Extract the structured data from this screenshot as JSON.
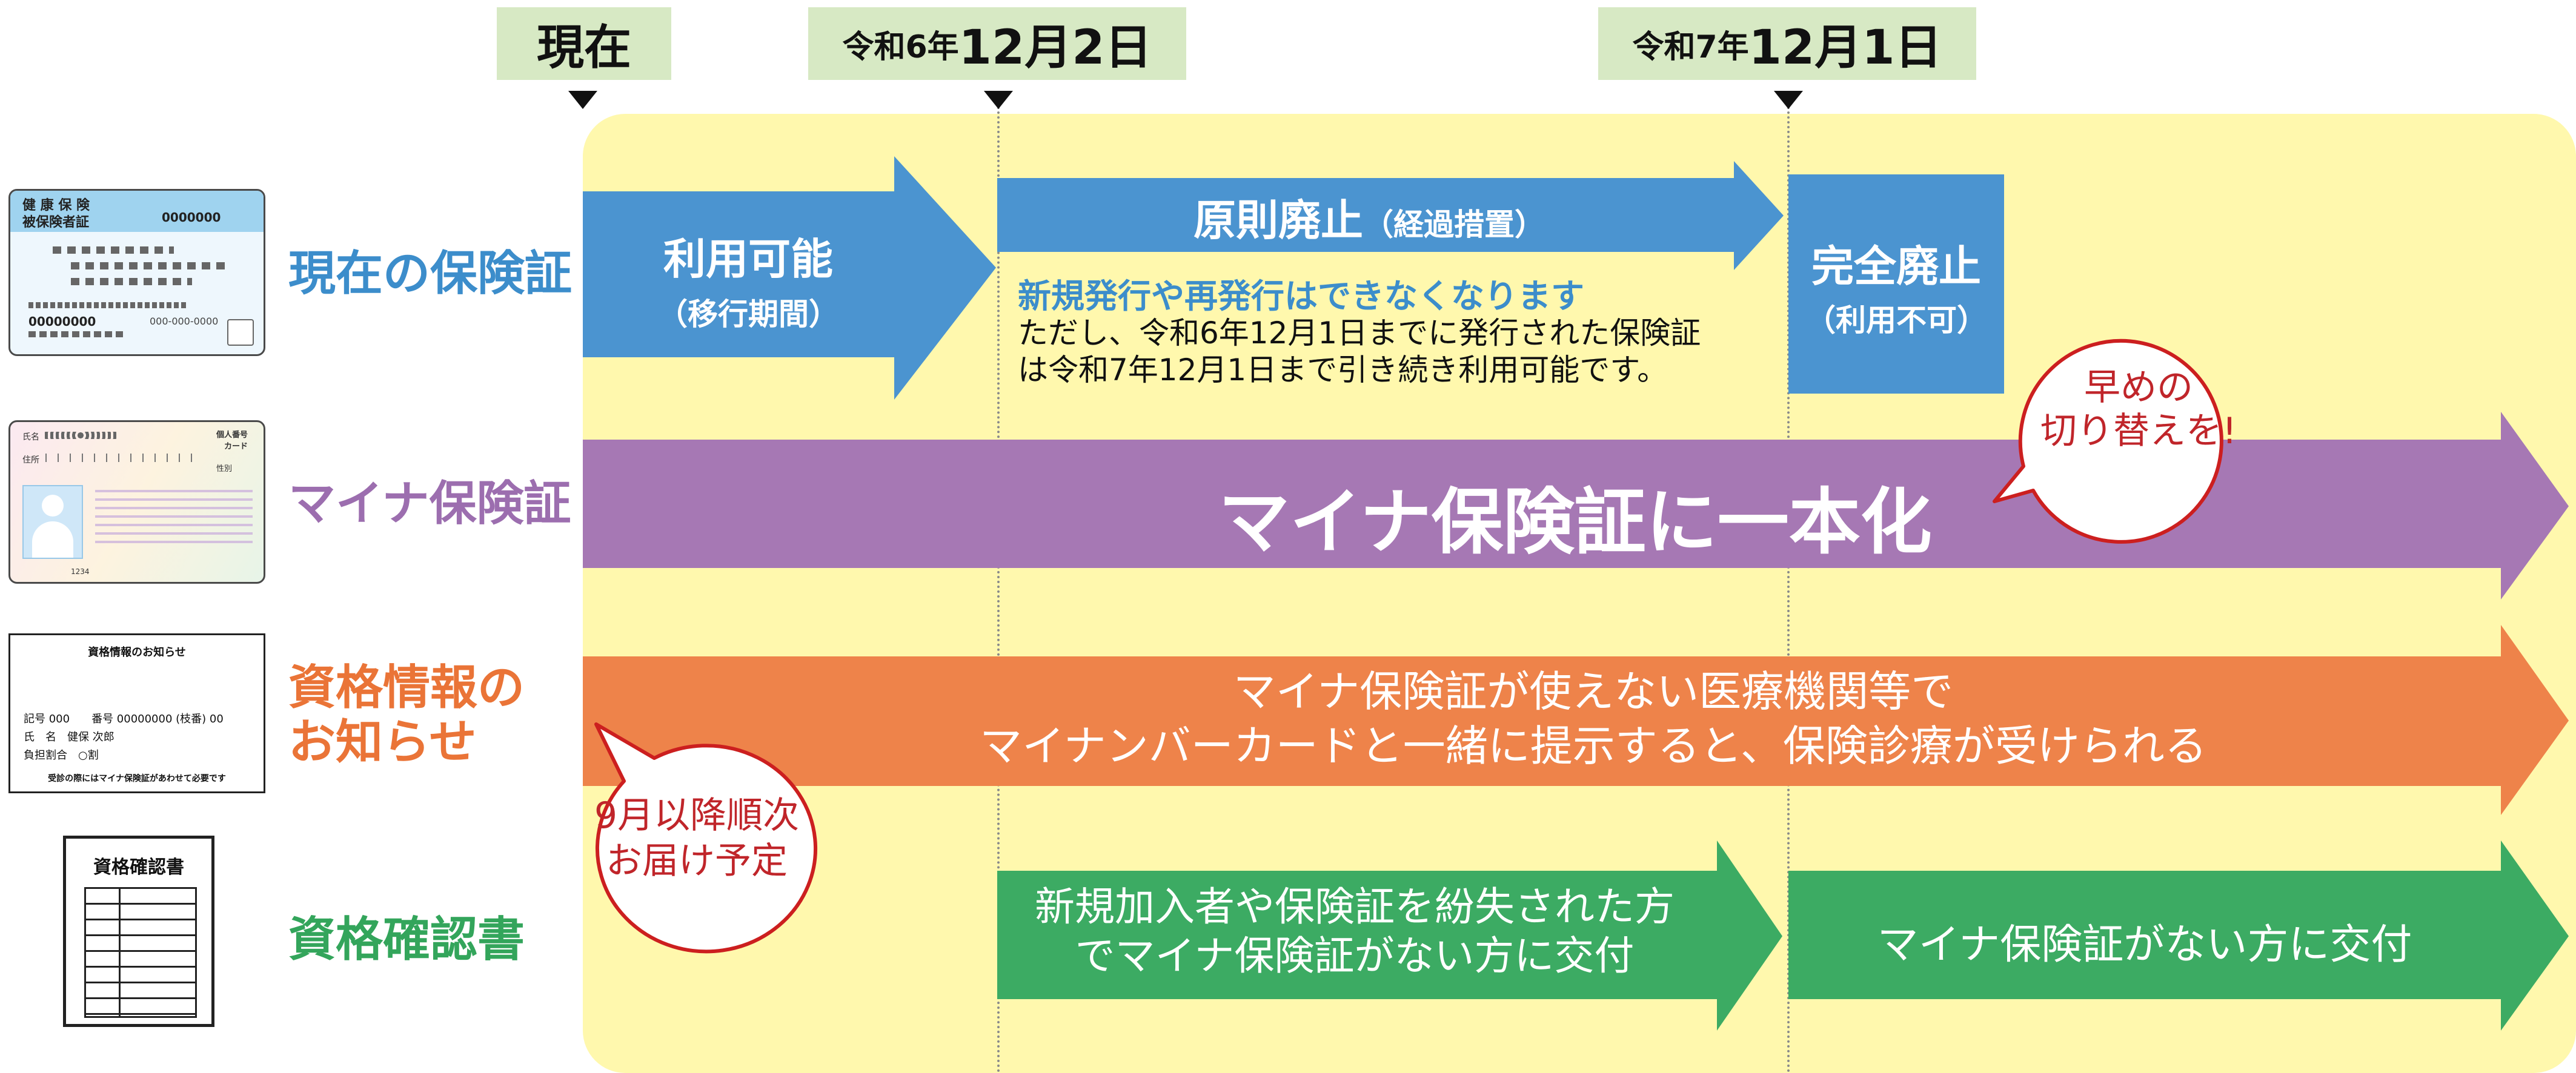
{
  "timeline": {
    "now": "現在",
    "date1_era": "令和6年",
    "date1_day": "12月2日",
    "date2_era": "令和7年",
    "date2_day": "12月1日"
  },
  "rows": {
    "current_card": "現在の保険証",
    "myna": "マイナ保険証",
    "info_line1": "資格情報の",
    "info_line2": "お知らせ",
    "certificate": "資格確認書"
  },
  "current_card_row": {
    "usable_title": "利用可能",
    "usable_sub": "（移行期間）",
    "abolish_title": "原則廃止",
    "abolish_sub": "（経過措置）",
    "notice_highlight": "新規発行や再発行はできなくなります",
    "notice_line1": "ただし、令和6年12月1日までに発行された保険証",
    "notice_line2": "は令和7年12月1日まで引き続き利用可能です。",
    "full_title": "完全廃止",
    "full_sub": "（利用不可）"
  },
  "myna_row": {
    "main": "マイナ保険証に一本化",
    "bubble_line1": "早めの",
    "bubble_line2": "切り替えを!"
  },
  "info_row": {
    "line1": "マイナ保険証が使えない医療機関等で",
    "line2": "マイナンバーカードと一緒に提示すると、保険診療が受けられる",
    "bubble_line1": "9月以降順次",
    "bubble_line2": "お届け予定"
  },
  "cert_row": {
    "arrow1_line1": "新規加入者や保険証を紛失された方",
    "arrow1_line2": "でマイナ保険証がない方に交付",
    "arrow2": "マイナ保険証がない方に交付"
  },
  "illustrations": {
    "insurance_card_title": "健 康 保 険",
    "insurance_card_sub": "被保険者証",
    "insurance_card_number": "0000000",
    "insurance_card_code": "00000000",
    "insurance_card_phone": "000-000-0000",
    "myna_card_title": "個人番号\nカード",
    "myna_card_name": "氏名",
    "myna_card_address": "住所",
    "myna_card_sex": "性別",
    "myna_card_digits": "1234",
    "notice_title": "資格情報のお知らせ",
    "notice_line1": "記号 000　　番号 00000000 (枝番) 00",
    "notice_line2": "氏　名　健保 次郎",
    "notice_line3": "負担割合　○割",
    "notice_footer": "受診の際にはマイナ保険証があわせて必要です",
    "cert_title": "資格確認書"
  },
  "colors": {
    "blue": "#4b94d0",
    "purple": "#a678b4",
    "orange": "#ee834a",
    "green": "#3cab63",
    "yellow": "#fff8ad",
    "header": "#d7e9c4",
    "red_outline": "#cc1f1f"
  }
}
